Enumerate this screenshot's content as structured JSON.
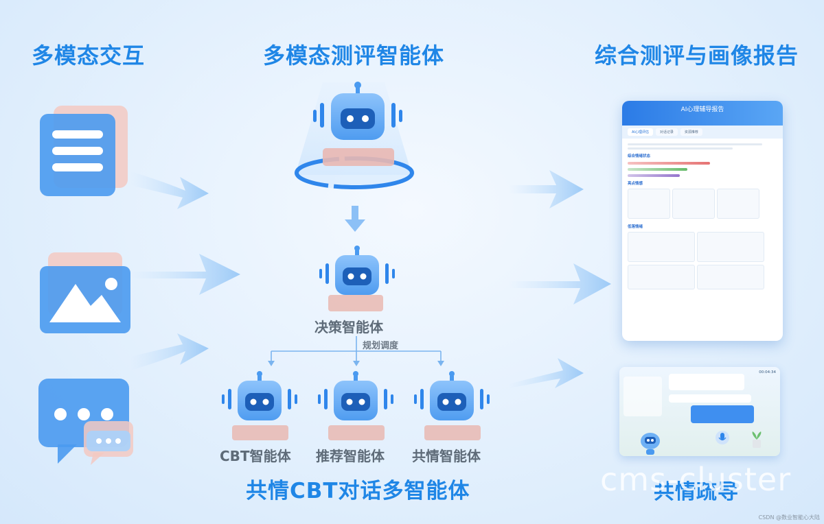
{
  "headings": {
    "multimodal_interaction": "多模态交互",
    "multimodal_assessment_agent": "多模态测评智能体",
    "report": "综合测评与画像报告",
    "empathy_cbt_multi_agent": "共情CBT对话多智能体",
    "empathy_guidance": "共情疏导"
  },
  "agents": {
    "decision": "决策智能体",
    "planning_label": "规划调度",
    "cbt": "CBT智能体",
    "recommend": "推荐智能体",
    "empathy": "共情智能体"
  },
  "report_panel": {
    "title": "AI心理辅导报告",
    "tabs": [
      "AI心理评估",
      "对话记录",
      "资源推荐"
    ],
    "sections": [
      "综合情绪状态",
      "亮点情感",
      "低落情绪"
    ]
  },
  "chat_panel": {
    "timer": "00:04:34"
  },
  "watermark": "cms-cluster",
  "credit": "CSDN @数业智能心大陆",
  "colors": {
    "accent_blue": "#1f86e6",
    "icon_blue": "#4a9af0",
    "icon_light_blue": "#a9d1fb",
    "robot_face": "#1d5fb8",
    "pedestal_pink": "#e9b8b2",
    "label_gray": "#5e6b78"
  }
}
